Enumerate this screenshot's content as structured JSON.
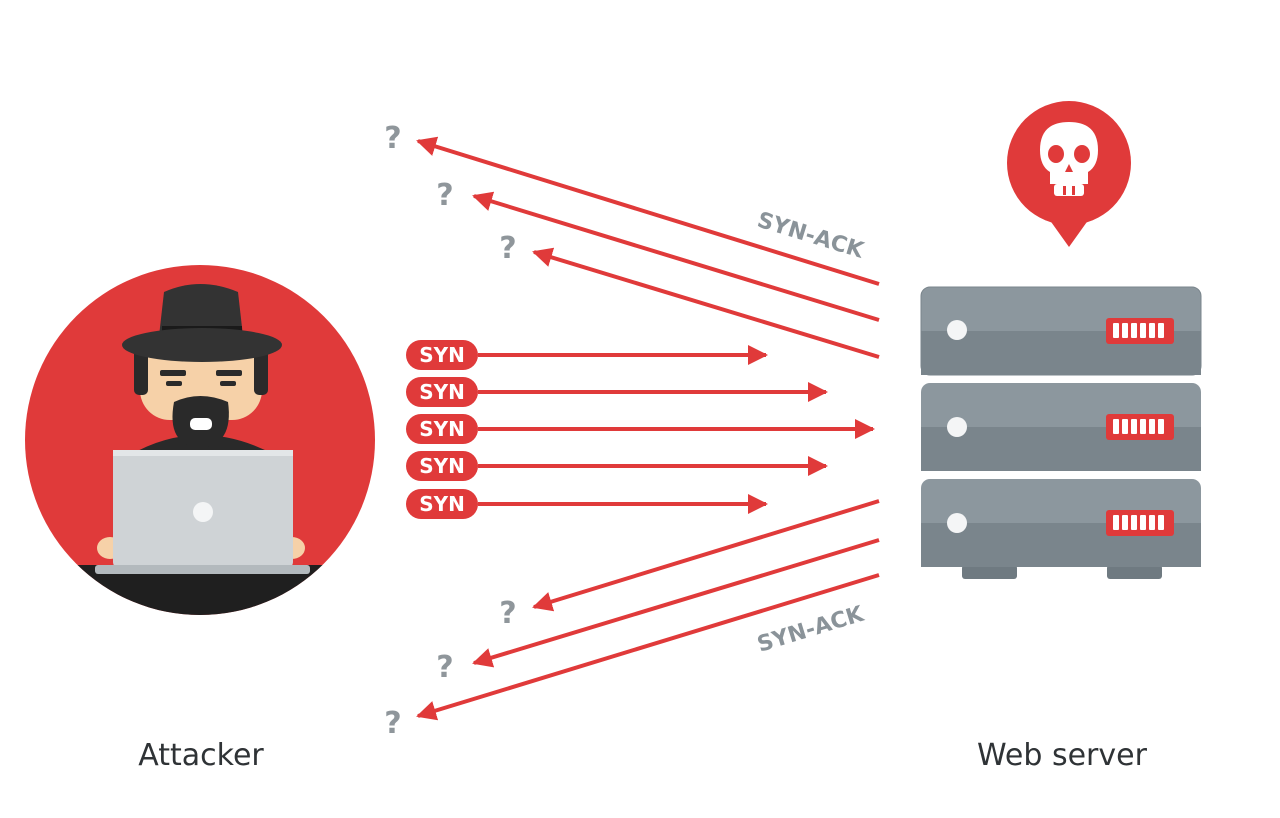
{
  "labels": {
    "attacker": "Attacker",
    "server": "Web server",
    "syn": "SYN",
    "syn_ack": "SYN-ACK",
    "unknown": "?"
  },
  "colors": {
    "accent_red": "#e03a3a",
    "server_gray": "#8c979e",
    "label_gray": "#8a9399",
    "question_gray": "#8f969b",
    "text_dark": "#2f3336"
  },
  "icons": {
    "attacker": "hacker-with-laptop-icon",
    "server": "server-rack-icon",
    "alert": "skull-pin-icon"
  }
}
